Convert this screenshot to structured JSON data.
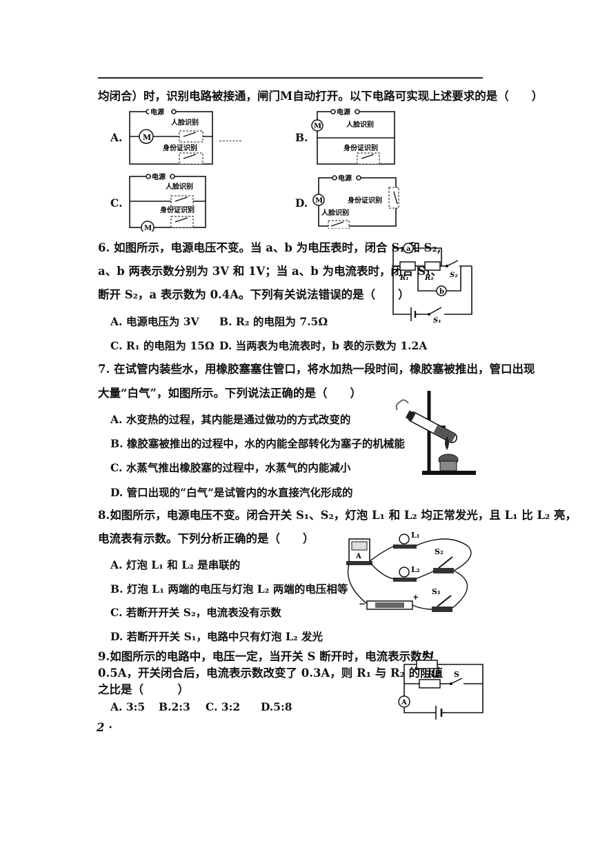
{
  "q5": {
    "intro": "均闭合）时，识别电路被接通，闸门M自动打开。以下电路可实现上述要求的是（　　）",
    "options": {
      "A": {
        "letter": "A.",
        "power": "电源",
        "face": "人脸识别",
        "id": "身份证识别",
        "motor": "M"
      },
      "B": {
        "letter": "B.",
        "power": "电源",
        "face": "人脸识别",
        "id": "身份证识别",
        "motor": "M"
      },
      "C": {
        "letter": "C.",
        "power": "电源",
        "face": "人脸识别",
        "id": "身份证识别",
        "motor": "M"
      },
      "D": {
        "letter": "D.",
        "power": "电源",
        "face": "人脸识别",
        "id": "身份证识别",
        "motor": "M"
      }
    }
  },
  "q6": {
    "line1": "6. 如图所示，电源电压不变。当 a、b 为电压表时，闭合 S₁ 和 S₂,",
    "line2": "a、b 两表示数分别为 3V 和 1V；当 a、b 为电流表时，闭合 S₁、",
    "line3": "断开 S₂，a 表示数为 0.4A。下列有关说法错误的是（　　）",
    "optA": "A. 电源电压为 3V",
    "optB": "B. R₂ 的电阻为 7.5Ω",
    "optC": "C. R₁ 的电阻为 15Ω",
    "optD": "D. 当两表为电流表时，b 表的示数为 1.2A",
    "fig": {
      "a": "a",
      "b": "b",
      "r1": "R₁",
      "r2": "R₂",
      "s1": "S₁",
      "s2": "S₂"
    }
  },
  "q7": {
    "line1": "7. 在试管内装些水，用橡胶塞塞住管口，将水加热一段时间，橡胶塞被推出，管口出现",
    "line2": "大量“白气”，如图所示。下列说法正确的是（　　）",
    "optA": "A. 水变热的过程，其内能是通过做功的方式改变的",
    "optB": "B. 橡胶塞被推出的过程中，水的内能全部转化为塞子的机械能",
    "optC": "C. 水蒸气推出橡胶塞的过程中，水蒸气的内能减小",
    "optD": "D. 管口出现的“白气”是试管内的水直接汽化形成的"
  },
  "q8": {
    "line1": "8.如图所示，电源电压不变。闭合开关 S₁、S₂，灯泡 L₁ 和 L₂ 均正常发光，且 L₁ 比 L₂ 亮，",
    "line2": "电流表有示数。下列分析正确的是（　　）",
    "optA": "A. 灯泡 L₁ 和 L₂ 是串联的",
    "optB": "B. 灯泡 L₁ 两端的电压与灯泡 L₂ 两端的电压相等",
    "optC": "C. 若断开开关 S₂，电流表没有示数",
    "optD": "D. 若断开开关 S₁，电路中只有灯泡 L₂ 发光",
    "fig": {
      "a": "A",
      "l1": "L₁",
      "l2": "L₂",
      "s1": "S₁",
      "s2": "S₂",
      "minus": "−",
      "plus": "+"
    }
  },
  "q9": {
    "line1": "9.如图所示的电路中，电压一定，当开关 S 断开时，电流表示数为",
    "line2": "0.5A，开关闭合后，电流表示数改变了 0.3A，则 R₁ 与 R₂ 的阻值",
    "line3": "之比是（　　　）",
    "optA": "A. 3:5",
    "optB": "B.2:3",
    "optC": "C. 3:2",
    "optD": "D.5:8",
    "fig": {
      "r1": "R1",
      "r2": "R2",
      "s": "S",
      "a": "A"
    }
  },
  "page_number": "2 ·"
}
